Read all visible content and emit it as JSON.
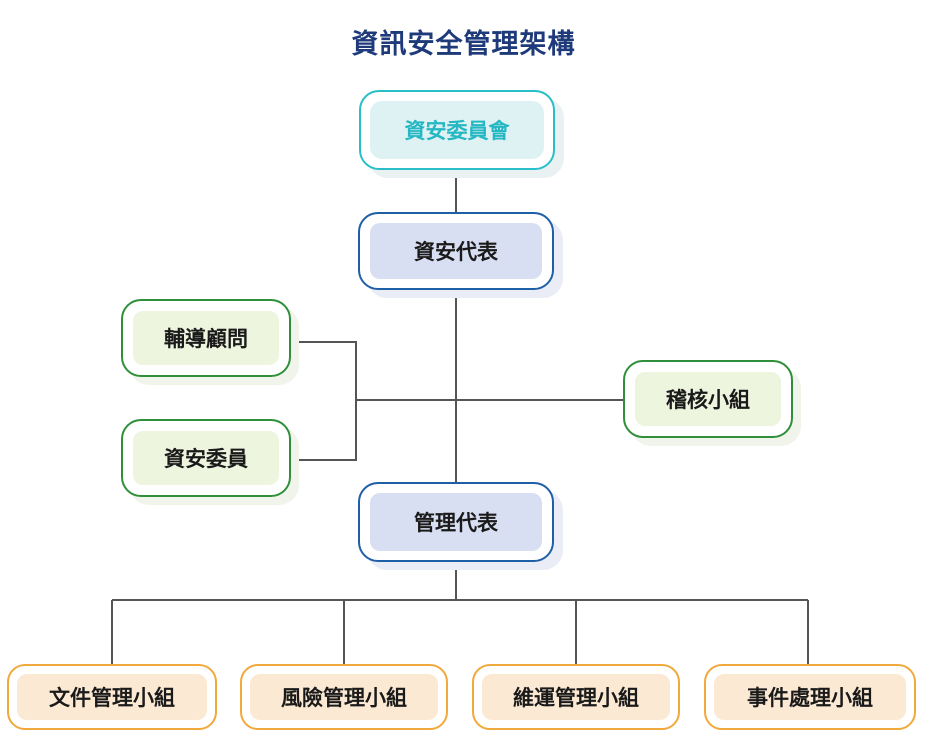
{
  "title": "資訊安全管理架構",
  "nodes": {
    "committee": "資安委員會",
    "security_rep": "資安代表",
    "advisor": "輔導顧問",
    "security_member": "資安委員",
    "audit_team": "稽核小組",
    "management_rep": "管理代表",
    "doc_team": "文件管理小組",
    "risk_team": "風險管理小組",
    "ops_team": "維運管理小組",
    "incident_team": "事件處理小組"
  },
  "colors": {
    "title": "#1f3a7a",
    "cyan_border": "#28bfc9",
    "cyan_fill": "#def2f4",
    "cyan_text": "#25b7c2",
    "blue_border": "#1f5fa8",
    "blue_fill": "#d9dff2",
    "green_border": "#2f8f3a",
    "green_fill": "#eef5df",
    "orange_border": "#f2a93b",
    "orange_fill": "#fbe9d3",
    "line": "#555555"
  }
}
